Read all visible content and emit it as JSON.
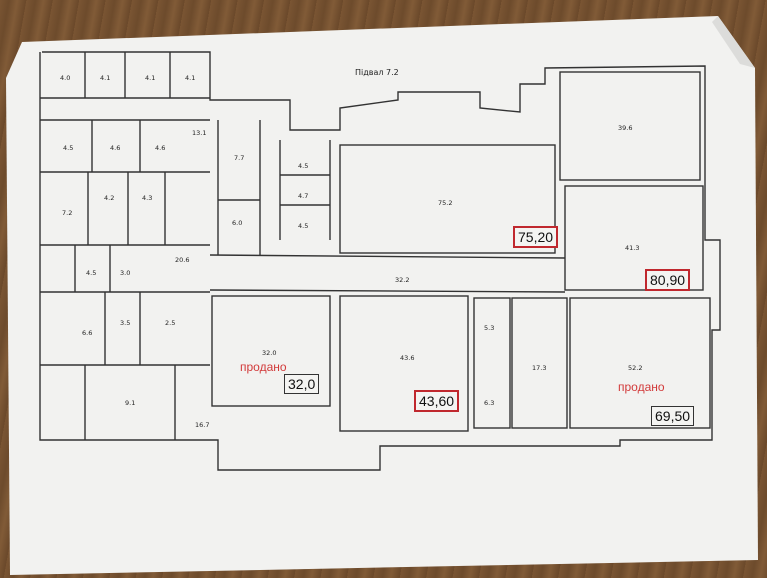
{
  "plan": {
    "title": "Підвал 7.2",
    "highlighted_areas": [
      "75,20",
      "80,90",
      "32,0",
      "43,60",
      "69,50"
    ],
    "sold_label": "продано",
    "room_numbers": {
      "upper_left_rooms": [
        "4.0",
        "4.1",
        "4.1",
        "4.1"
      ],
      "small_rooms_row2": [
        "4.5",
        "4.6",
        "4.6",
        "13.1"
      ],
      "left_block": [
        "7.2",
        "4.2",
        "4.3"
      ],
      "left_lower": [
        "4.5",
        "3.0",
        "20.6"
      ],
      "lower_left_rooms": [
        "6.6",
        "3.5",
        "2.5"
      ],
      "bottom_left": [
        "9.1",
        "16.7"
      ],
      "middle_left_col": [
        "7.7",
        "4.5",
        "4.7",
        "6.0",
        "4.5"
      ],
      "center_large": "75.2",
      "corridor": "32.2",
      "top_right": "39.6",
      "right_mid": "41.3",
      "sold_left": "32.0",
      "center_lower": "43.6",
      "small_mid": [
        "5.3",
        "6.3",
        "17.3"
      ],
      "sold_right": "52.2"
    }
  }
}
